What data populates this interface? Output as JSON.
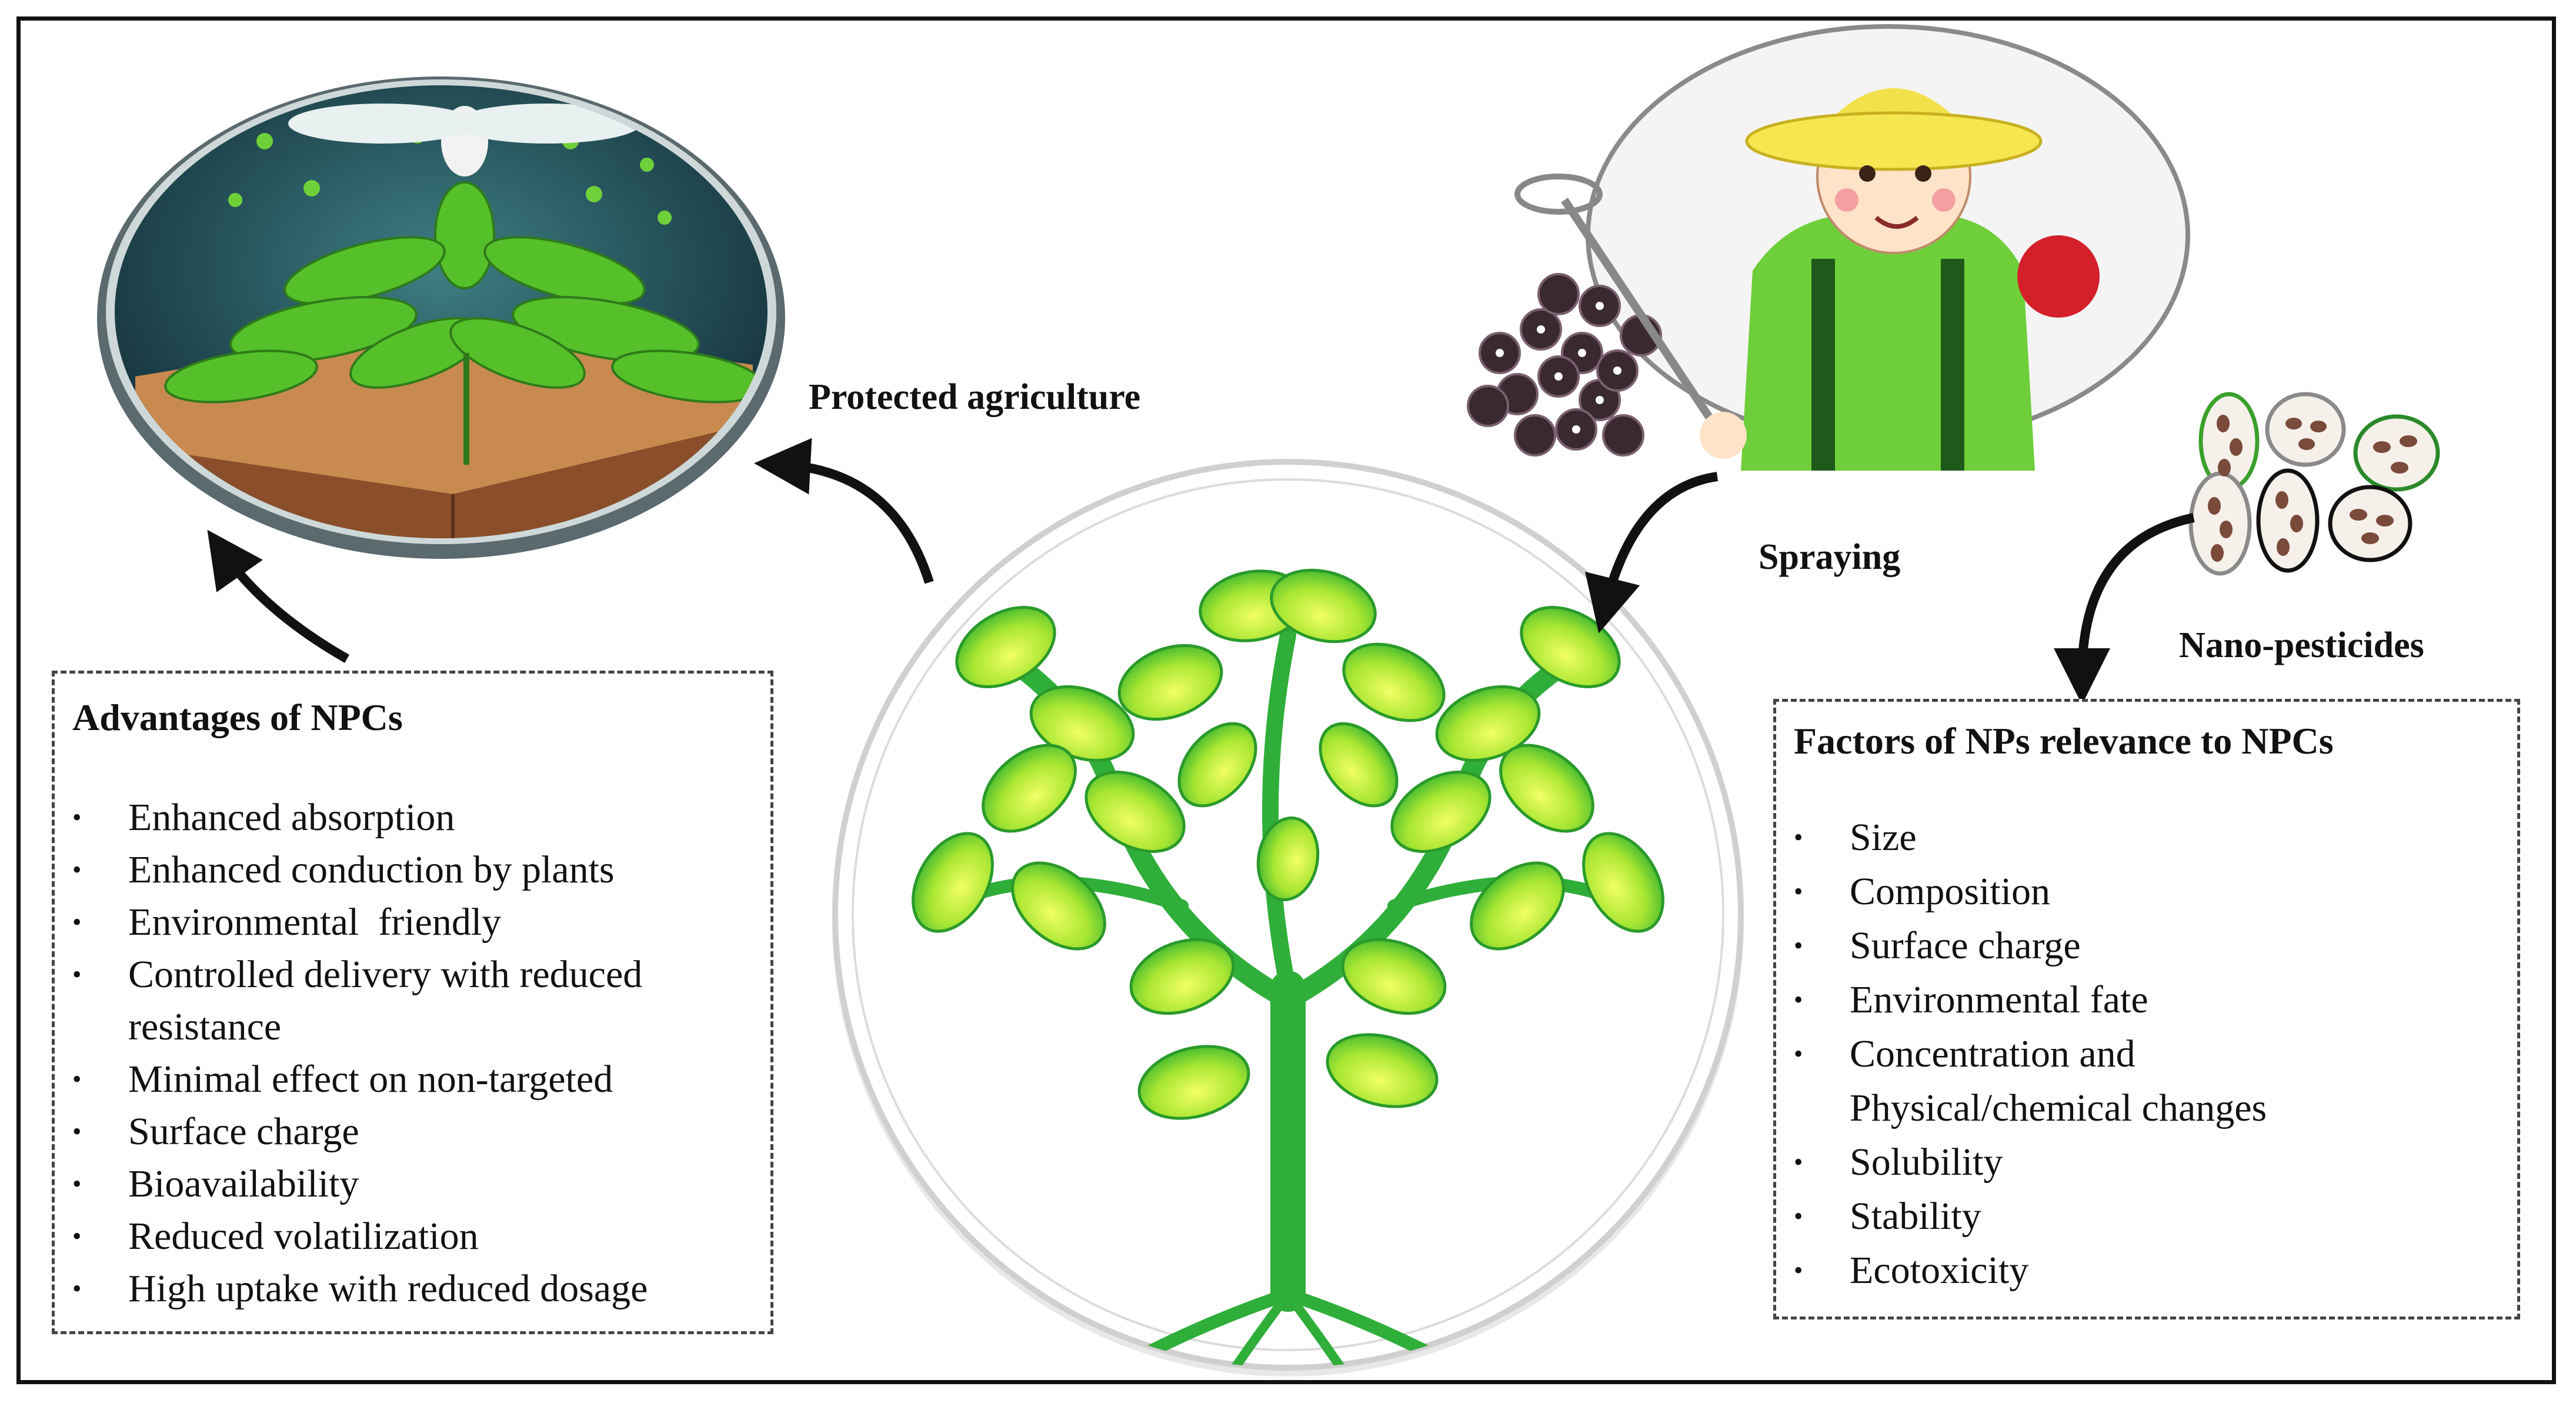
{
  "labels": {
    "protected_agriculture": "Protected agriculture",
    "spraying": "Spraying",
    "nano_pesticides": "Nano-pesticides"
  },
  "advantages": {
    "title": "Advantages of NPCs",
    "items": [
      "Enhanced absorption",
      "Enhanced conduction by plants",
      "Environmental  friendly",
      "Controlled delivery with reduced",
      "resistance",
      "Minimal effect on non-targeted",
      "Surface charge",
      "Bioavailability",
      "Reduced volatilization",
      "High uptake with reduced dosage"
    ]
  },
  "factors": {
    "title": "Factors of NPs relevance to NPCs",
    "items": [
      "Size",
      "Composition",
      "Surface charge",
      "Environmental fate",
      "Concentration and",
      "Physical/chemical changes",
      "Solubility",
      "Stability",
      "Ecotoxicity"
    ]
  },
  "colors": {
    "leaf_light": "#c8f02a",
    "leaf_mid": "#66cc22",
    "stem": "#2fae3a",
    "soil": "#a0653a",
    "sky": "#1f4f5c"
  }
}
